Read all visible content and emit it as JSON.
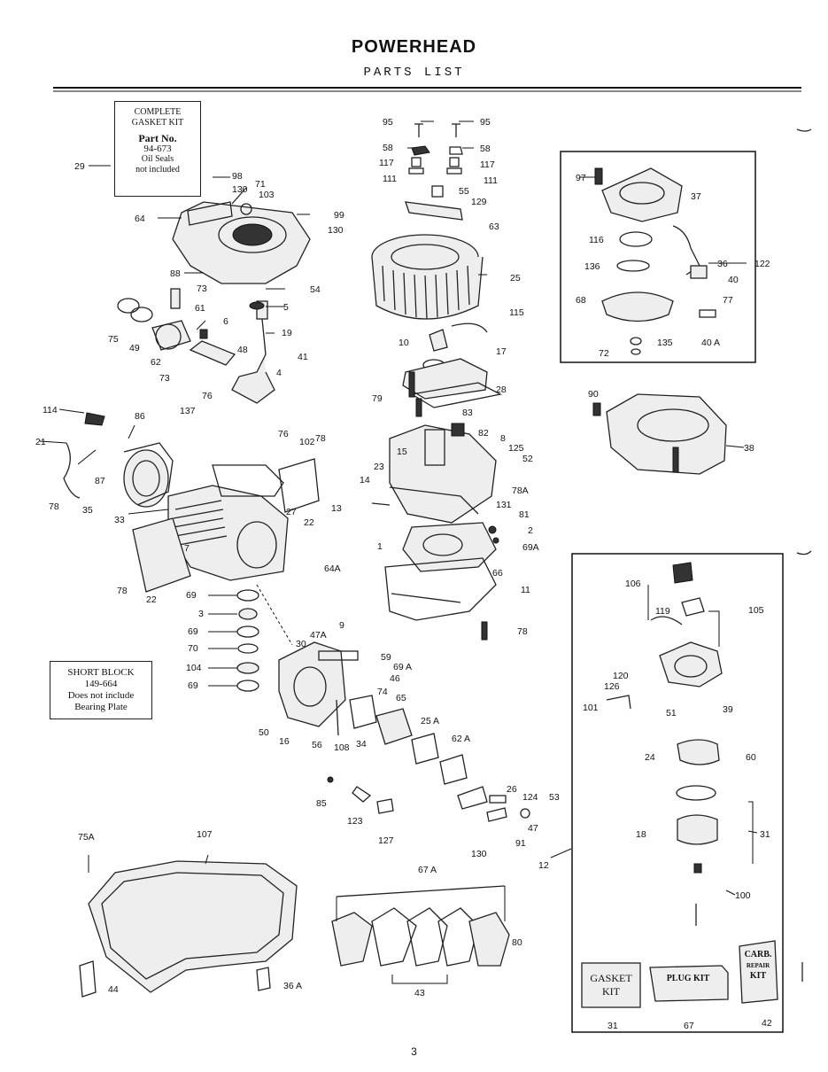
{
  "header": {
    "title": "POWERHEAD",
    "subtitle": "PARTS LIST"
  },
  "page_number": "3",
  "gasket_kit_box": {
    "line1": "COMPLETE",
    "line2": "GASKET KIT",
    "part_label": "Part No.",
    "part_number": "94-673",
    "note1": "Oil Seals",
    "note2": "not included"
  },
  "short_block_box": {
    "line1": "SHORT BLOCK",
    "line2": "149-664",
    "line3": "Does not include",
    "line4": "Bearing Plate"
  },
  "carb_kits": {
    "gasket_kit": "GASKET KIT",
    "plug_kit": "PLUG KIT",
    "carb_repair_kit_1": "CARB.",
    "carb_repair_kit_2": "REPAIR",
    "carb_repair_kit_3": "KIT"
  },
  "callouts": {
    "c29": "29",
    "c98": "98",
    "c130a": "130",
    "c71": "71",
    "c103": "103",
    "c64": "64",
    "c99": "99",
    "c130b": "130",
    "c88": "88",
    "c73a": "73",
    "c54": "54",
    "c61": "61",
    "c5": "5",
    "c6": "6",
    "c19": "19",
    "c75": "75",
    "c49": "49",
    "c62": "62",
    "c73b": "73",
    "c48": "48",
    "c41": "41",
    "c76a": "76",
    "c4": "4",
    "c76b": "76",
    "c114": "114",
    "c137": "137",
    "c86": "86",
    "c102": "102",
    "c78a": "78",
    "c21": "21",
    "c87": "87",
    "c78b": "78",
    "c35": "35",
    "c33": "33",
    "c27": "27",
    "c22a": "22",
    "c7": "7",
    "c78c": "78",
    "c22b": "22",
    "c69a": "69",
    "c3": "3",
    "c69b": "69",
    "c70": "70",
    "c104": "104",
    "c69c": "69",
    "c9": "9",
    "c47A": "47A",
    "c30": "30",
    "c59": "59",
    "c69A": "69 A",
    "c46": "46",
    "c74": "74",
    "c65": "65",
    "c50": "50",
    "c16": "16",
    "c56": "56",
    "c108": "108",
    "c34": "34",
    "c25A": "25 A",
    "c62A": "62 A",
    "c85": "85",
    "c123": "123",
    "c127": "127",
    "c26": "26",
    "c124": "124",
    "c53": "53",
    "c47": "47",
    "c91": "91",
    "c130c": "130",
    "c75A": "75A",
    "c107": "107",
    "c67A": "67 A",
    "c80": "80",
    "c44": "44",
    "c36A": "36 A",
    "c43": "43",
    "c95a": "95",
    "c95b": "95",
    "c58a": "58",
    "c58b": "58",
    "c117a": "117",
    "c117b": "117",
    "c111a": "111",
    "c111b": "111",
    "c55": "55",
    "c129": "129",
    "c63": "63",
    "c25": "25",
    "c115": "115",
    "c10": "10",
    "c17": "17",
    "c28": "28",
    "c79": "79",
    "c83": "83",
    "c82": "82",
    "c8": "8",
    "c15": "15",
    "c125": "125",
    "c52": "52",
    "c23": "23",
    "c14": "14",
    "c78A": "78A",
    "c13": "13",
    "c131": "131",
    "c81": "81",
    "c2": "2",
    "c1": "1",
    "c69A2": "69A",
    "c64A": "64A",
    "c66": "66",
    "c11": "11",
    "c78d": "78",
    "c97": "97",
    "c37": "37",
    "c116": "116",
    "c36": "36",
    "c122": "122",
    "c136": "136",
    "c40": "40",
    "c68": "68",
    "c77": "77",
    "c72": "72",
    "c135": "135",
    "c40A": "40 A",
    "c90": "90",
    "c38": "38",
    "c106": "106",
    "c119": "119",
    "c105": "105",
    "c120": "120",
    "c126": "126",
    "c101": "101",
    "c51": "51",
    "c39": "39",
    "c24": "24",
    "c60": "60",
    "c18": "18",
    "c31a": "31",
    "c100": "100",
    "c12": "12",
    "c31b": "31",
    "c67": "67",
    "c42": "42"
  },
  "colors": {
    "ink": "#111111",
    "paper": "#ffffff"
  }
}
